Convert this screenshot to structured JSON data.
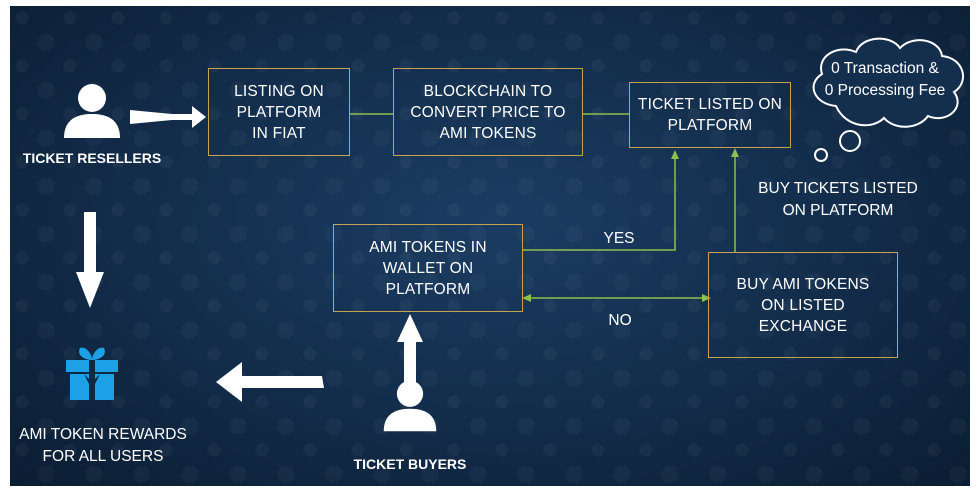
{
  "nodes": {
    "listing": "LISTING ON\nPLATFORM\nIN FIAT",
    "blockchain": "BLOCKCHAIN TO\nCONVERT PRICE TO\nAMI TOKENS",
    "listed": "TICKET LISTED ON\nPLATFORM",
    "wallet": "AMI TOKENS IN\nWALLET ON\nPLATFORM",
    "buy_exchange": "BUY AMI TOKENS\nON LISTED\nEXCHANGE"
  },
  "actors": {
    "resellers": "TICKET RESELLERS",
    "buyers": "TICKET BUYERS",
    "rewards": "AMI TOKEN REWARDS\nFOR ALL USERS"
  },
  "edge_labels": {
    "yes": "YES",
    "no": "NO",
    "buy_listed": "BUY TICKETS LISTED\nON PLATFORM"
  },
  "callout": "0 Transaction &\n0 Processing Fee",
  "colors": {
    "box_border": "#c9a24e",
    "connector": "#8fbf4f",
    "gift": "#1da1e6",
    "text": "#ffffff"
  },
  "icons": [
    "person-icon",
    "person-icon",
    "gift-icon",
    "thought-cloud-icon"
  ]
}
